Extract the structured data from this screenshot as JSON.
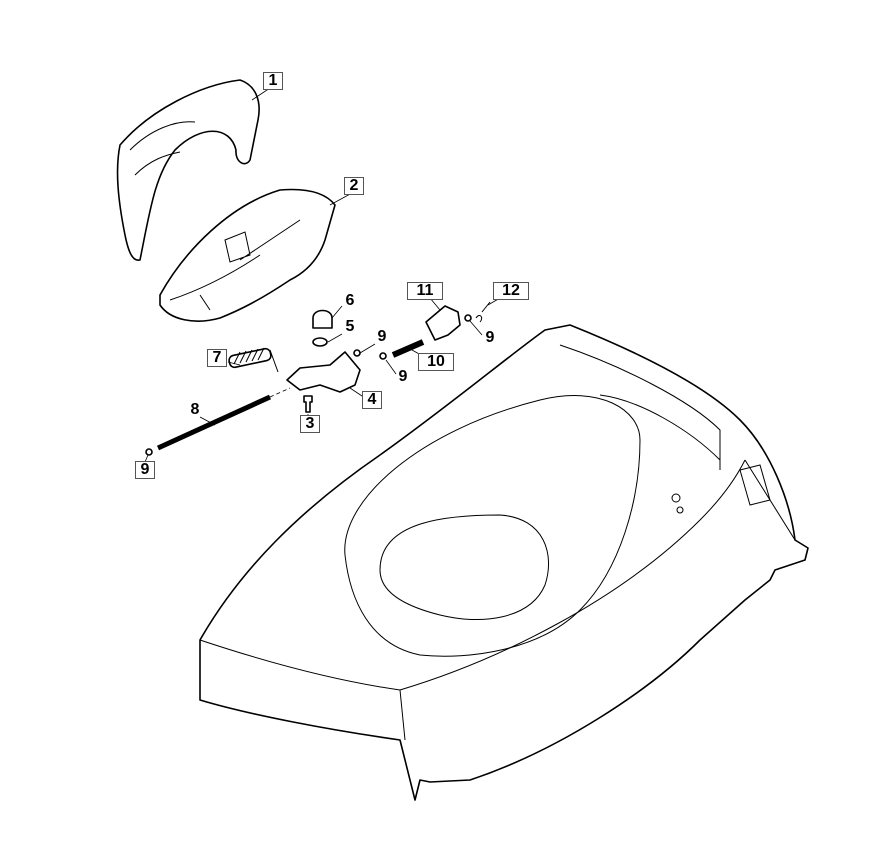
{
  "diagram": {
    "callouts": [
      {
        "id": "c1",
        "label": "1"
      },
      {
        "id": "c2",
        "label": "2"
      },
      {
        "id": "c6",
        "label": "6"
      },
      {
        "id": "c5",
        "label": "5"
      },
      {
        "id": "c9a",
        "label": "9"
      },
      {
        "id": "c11",
        "label": "11"
      },
      {
        "id": "c12",
        "label": "12"
      },
      {
        "id": "c9b",
        "label": "9"
      },
      {
        "id": "c10",
        "label": "10"
      },
      {
        "id": "c9c",
        "label": "9"
      },
      {
        "id": "c7",
        "label": "7"
      },
      {
        "id": "c4",
        "label": "4"
      },
      {
        "id": "c8",
        "label": "8"
      },
      {
        "id": "c3",
        "label": "3"
      },
      {
        "id": "c9d",
        "label": "9"
      }
    ]
  }
}
